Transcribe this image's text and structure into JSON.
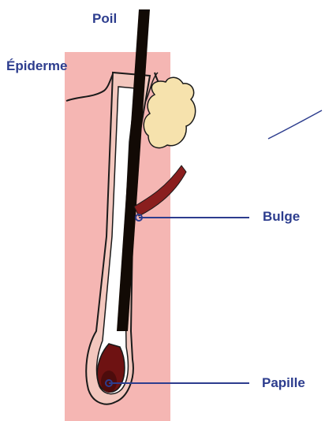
{
  "labels": {
    "hair": "Poil",
    "epidermis": "Épiderme",
    "bulge": "Bulge",
    "papilla": "Papille"
  },
  "colors": {
    "label_text": "#2d3d8e",
    "leader_line": "#2d3d8e",
    "skin": "#f5b6b3",
    "follicle_sheath": "#f3c7be",
    "inner_sheath": "#ffffff",
    "hair_shaft": "#120a05",
    "hair_bulb": "#6e1212",
    "sebaceous_gland": "#f6e2ad",
    "muscle": "#8a1e1e",
    "outline": "#1a1a1a"
  },
  "icons": [
    "hair-follicle-illustration"
  ]
}
